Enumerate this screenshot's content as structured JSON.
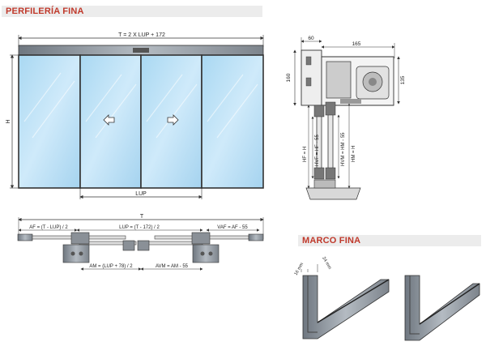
{
  "headers": {
    "profile": "PERFILERÍA FINA",
    "frame": "MARCO FINA"
  },
  "front_view": {
    "top_dim": "T = 2 X LUP + 172",
    "height_dim": "H",
    "lup_dim": "LUP"
  },
  "plan_view": {
    "total": "T",
    "af": "AF = (T - LUP) / 2",
    "lup": "LUP = (T - 172) / 2",
    "vaf": "VAF = AF - 55",
    "am": "AM = (LUP + 78) / 2",
    "avm": "AVM = AM - 55"
  },
  "section_view": {
    "w60": "60",
    "w165": "165",
    "h160": "160",
    "h135": "135",
    "hf": "HF = H",
    "hvf": "HVF = HF - 55",
    "hvm": "HVM = HM - 55",
    "hm": "HM = H"
  },
  "frame_labels": {
    "w16": "16 mm",
    "w24": "24 mm"
  }
}
